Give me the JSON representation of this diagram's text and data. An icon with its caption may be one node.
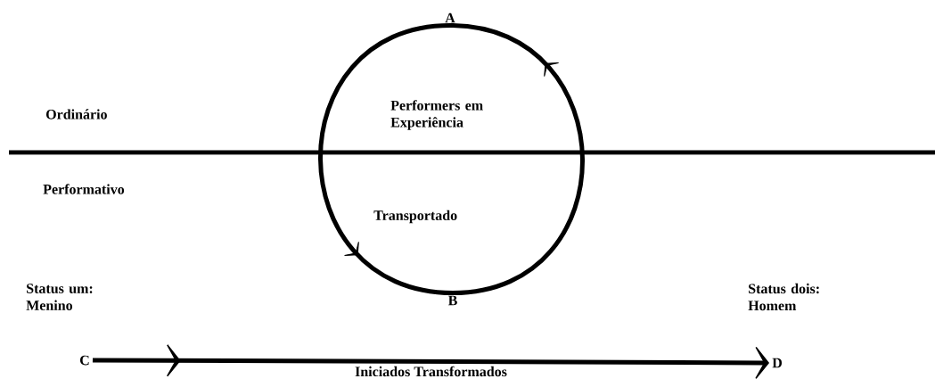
{
  "diagram": {
    "nodes": [
      {
        "text": [
          "A"
        ]
      },
      {
        "text": [
          "B"
        ]
      },
      {
        "text": [
          "C"
        ]
      },
      {
        "text": [
          "D"
        ]
      }
    ],
    "edges": [
      {
        "from": 0,
        "to": 1,
        "arrow": "to"
      },
      {
        "from": 1,
        "to": 0,
        "arrow": "to"
      },
      {
        "from": 2,
        "to": 3,
        "arrow": "to",
        "label": "Iniciados Transformados"
      }
    ],
    "labels": [
      "Ordinário",
      "Performers em Experiência",
      "Performativo",
      "Transportado",
      "Status um: Menino",
      "Status dois: Homem"
    ]
  }
}
